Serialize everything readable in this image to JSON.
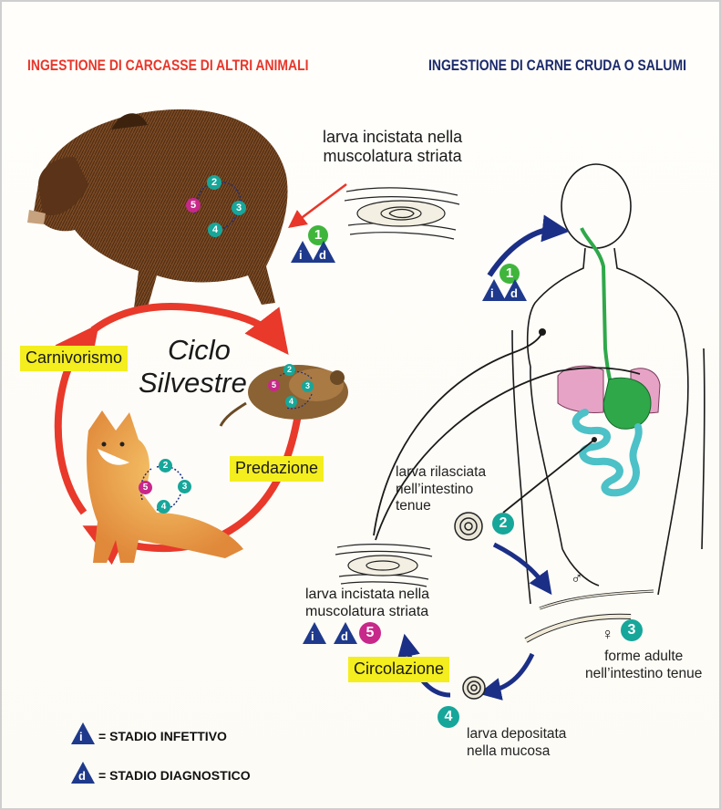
{
  "headers": {
    "left": "INGESTIONE DI CARCASSE DI ALTRI ANIMALI",
    "right": "INGESTIONE DI CARNE CRUDA O SALUMI"
  },
  "cycle": {
    "title_line1": "Ciclo",
    "title_line2": "Silvestre",
    "carnivorism": "Carnivorismo",
    "predation": "Predazione"
  },
  "labels": {
    "top_larva": [
      "larva incistata nella",
      "muscolatura striata"
    ],
    "released_larva": [
      "larva rilasciata",
      "nell’intestino",
      "tenue"
    ],
    "bottom_larva": [
      "larva incistata nella",
      "muscolatura striata"
    ],
    "adults": [
      "forme adulte",
      "nell’intestino tenue"
    ],
    "deposited_larva": [
      "larva depositata",
      "nella mucosa"
    ],
    "circulation": "Circolazione",
    "male_symbol": "♂",
    "female_symbol": "♀"
  },
  "stages": {
    "one": "1",
    "two": "2",
    "three": "3",
    "four": "4",
    "five": "5",
    "infective_letter": "i",
    "diagnostic_letter": "d"
  },
  "legend": {
    "infective": "= STADIO INFETTIVO",
    "diagnostic": "= STADIO DIAGNOSTICO"
  },
  "colors": {
    "red_header": "#e8362a",
    "navy_header": "#1b2a6b",
    "cycle_arrow": "#e8392b",
    "blue_arrow": "#1c2f86",
    "teal_badge": "#17a69a",
    "green_badge": "#3fb53c",
    "magenta_badge": "#c7288a",
    "triangle": "#1f3a8c",
    "highlight": "#f4ee1e",
    "digestive_green": "#2fa84a",
    "lungs_pink": "#e7a3c6",
    "intestine_teal": "#4cc1c7"
  }
}
